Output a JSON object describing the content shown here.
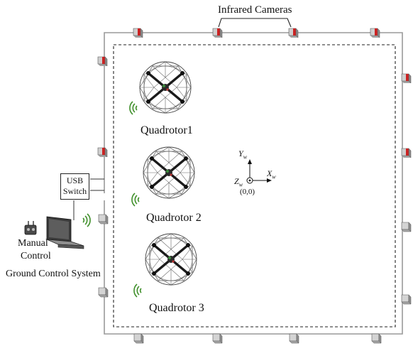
{
  "labels": {
    "cameras": "Infrared Cameras",
    "usb_line1": "USB",
    "usb_line2": "Switch",
    "quad1": "Quadrotor1",
    "quad2": "Quadrotor 2",
    "quad3": "Quadrotor 3",
    "manual_line1": "Manual",
    "manual_line2": "Control",
    "ground": "Ground Control System",
    "axis_y": "Y",
    "axis_y_sub": "w",
    "axis_x": "X",
    "axis_x_sub": "w",
    "axis_z": "Z",
    "axis_z_sub": "w",
    "origin": "(0,0)"
  },
  "icons": {
    "camera": "infrared-camera-icon",
    "quadrotor": "quadrotor-icon",
    "laptop": "laptop-icon",
    "joystick": "joystick-icon",
    "wireless": "wireless-signal-icon"
  },
  "colors": {
    "camera_red": "#cc2222",
    "camera_grey": "#b8b8b8",
    "wireless": "#3f8f2a",
    "line": "#333333"
  }
}
